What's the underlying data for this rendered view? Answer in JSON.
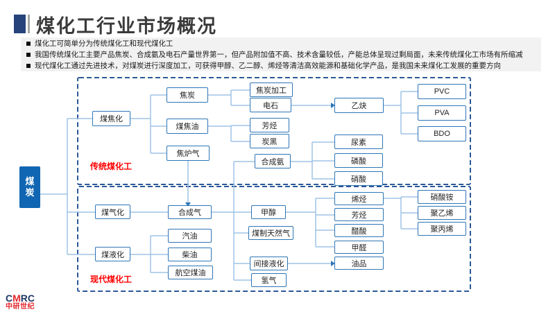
{
  "header": {
    "title": "煤化工行业市场概况"
  },
  "bullets": [
    "煤化工可简单分为传统煤化工和现代煤化工",
    "我国传统煤化工主要产品焦炭、合成氨及电石产量世界第一，但产品附加值不高、技术含量较低，产能总体呈现过剩局面，未来传统煤化工市场有所缩减",
    "现代煤化工通过先进技术，对煤炭进行深度加工，可获得甲醇、乙二醇、烯烃等清洁高效能源和基础化学产品，是我国未来煤化工发展的重要方向"
  ],
  "diagram": {
    "source": {
      "id": "coal",
      "label": "煤炭"
    },
    "sections": {
      "traditional": "传统煤化工",
      "modern": "现代煤化工"
    },
    "nodes": [
      {
        "id": "coal-coking",
        "label": "煤焦化"
      },
      {
        "id": "coke",
        "label": "焦炭"
      },
      {
        "id": "coal-tar",
        "label": "煤焦油"
      },
      {
        "id": "coke-oven-gas",
        "label": "焦炉气"
      },
      {
        "id": "coke-processing",
        "label": "焦炭加工"
      },
      {
        "id": "calcium-carbide",
        "label": "电石"
      },
      {
        "id": "aromatics-1",
        "label": "芳烃"
      },
      {
        "id": "carbon-black",
        "label": "炭黑"
      },
      {
        "id": "synthetic-ammonia",
        "label": "合成氨"
      },
      {
        "id": "acetylene",
        "label": "乙炔"
      },
      {
        "id": "urea",
        "label": "尿素"
      },
      {
        "id": "phosphoric-acid",
        "label": "磷酸"
      },
      {
        "id": "nitric-acid",
        "label": "硝酸"
      },
      {
        "id": "pvc",
        "label": "PVC"
      },
      {
        "id": "pva",
        "label": "PVA"
      },
      {
        "id": "bdo",
        "label": "BDO"
      },
      {
        "id": "coal-gasification",
        "label": "煤气化"
      },
      {
        "id": "coal-liquefaction",
        "label": "煤液化"
      },
      {
        "id": "syngas",
        "label": "合成气"
      },
      {
        "id": "gasoline",
        "label": "汽油"
      },
      {
        "id": "diesel",
        "label": "柴油"
      },
      {
        "id": "jet-fuel",
        "label": "航空煤油"
      },
      {
        "id": "methanol",
        "label": "甲醇"
      },
      {
        "id": "coal-to-gas",
        "label": "煤制天然气"
      },
      {
        "id": "indirect-liquefaction",
        "label": "间接液化"
      },
      {
        "id": "hydrogen",
        "label": "氢气"
      },
      {
        "id": "olefins",
        "label": "烯烃"
      },
      {
        "id": "aromatics-2",
        "label": "芳烃"
      },
      {
        "id": "acetic-acid",
        "label": "醋酸"
      },
      {
        "id": "formaldehyde",
        "label": "甲醛"
      },
      {
        "id": "oil-products",
        "label": "油品"
      },
      {
        "id": "ammonium-nitrate",
        "label": "硝酸铵"
      },
      {
        "id": "polyethylene",
        "label": "聚乙烯"
      },
      {
        "id": "polypropylene",
        "label": "聚丙烯"
      }
    ],
    "edges": [
      [
        "coal",
        "coal-coking"
      ],
      [
        "coal",
        "coal-gasification"
      ],
      [
        "coal",
        "coal-liquefaction"
      ],
      [
        "coal-coking",
        "coke"
      ],
      [
        "coal-coking",
        "coal-tar"
      ],
      [
        "coal-coking",
        "coke-oven-gas"
      ],
      [
        "coke",
        "coke-processing"
      ],
      [
        "coke",
        "calcium-carbide"
      ],
      [
        "coal-tar",
        "aromatics-1"
      ],
      [
        "coal-tar",
        "carbon-black"
      ],
      [
        "calcium-carbide",
        "acetylene",
        "arrow"
      ],
      [
        "acetylene",
        "pvc"
      ],
      [
        "acetylene",
        "pva"
      ],
      [
        "acetylene",
        "bdo"
      ],
      [
        "coke-oven-gas",
        "syngas",
        "arrow"
      ],
      [
        "syngas",
        "synthetic-ammonia"
      ],
      [
        "synthetic-ammonia",
        "urea"
      ],
      [
        "synthetic-ammonia",
        "phosphoric-acid"
      ],
      [
        "synthetic-ammonia",
        "nitric-acid"
      ],
      [
        "coal-gasification",
        "syngas"
      ],
      [
        "syngas",
        "methanol"
      ],
      [
        "syngas",
        "coal-to-gas"
      ],
      [
        "syngas",
        "indirect-liquefaction"
      ],
      [
        "syngas",
        "hydrogen"
      ],
      [
        "methanol",
        "olefins"
      ],
      [
        "methanol",
        "aromatics-2"
      ],
      [
        "methanol",
        "acetic-acid"
      ],
      [
        "methanol",
        "formaldehyde"
      ],
      [
        "indirect-liquefaction",
        "oil-products",
        "arrow"
      ],
      [
        "olefins",
        "ammonium-nitrate"
      ],
      [
        "olefins",
        "polyethylene"
      ],
      [
        "olefins",
        "polypropylene"
      ],
      [
        "coal-liquefaction",
        "gasoline"
      ],
      [
        "coal-liquefaction",
        "diesel"
      ],
      [
        "coal-liquefaction",
        "jet-fuel"
      ]
    ]
  },
  "logo": {
    "en_c": "C",
    "en_m": "M",
    "en_rc": "RC",
    "cn": "中研世纪"
  },
  "colors": {
    "title_square": "#26437C",
    "accent_bar": "#A6A6A6",
    "title_text": "#3A3A3A",
    "band_bg": "#F2F2F2",
    "node_border": "#2E75B6",
    "connector": "#9DC3E6",
    "arrow": "#2E75B6",
    "section_border": "#2B5797",
    "section_label": "#FF0000",
    "coal_fill": "#1166B3",
    "logo_navy": "#1F3864",
    "logo_red": "#E3262C"
  }
}
